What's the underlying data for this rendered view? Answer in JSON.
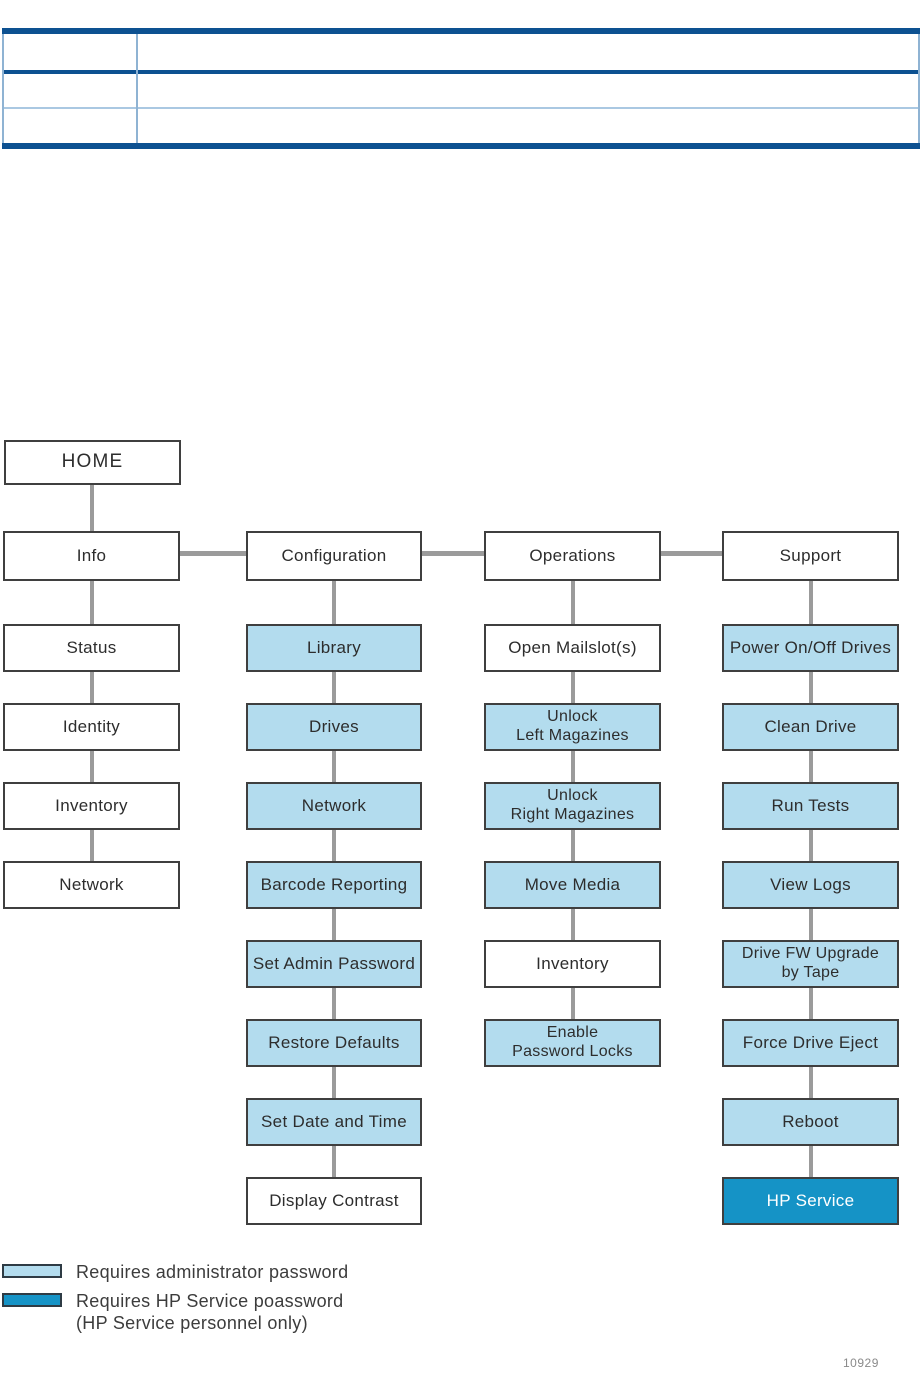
{
  "page": {
    "figure_number": "10929"
  },
  "table": {
    "rows": [
      [
        "",
        ""
      ],
      [
        "",
        ""
      ],
      [
        "",
        ""
      ]
    ]
  },
  "diagram": {
    "root": {
      "label": "HOME"
    },
    "columns": [
      {
        "header": {
          "label": "Info"
        },
        "children": [
          {
            "lines": [
              "Status"
            ],
            "variant": "none"
          },
          {
            "lines": [
              "Identity"
            ],
            "variant": "none"
          },
          {
            "lines": [
              "Inventory"
            ],
            "variant": "none"
          },
          {
            "lines": [
              "Network"
            ],
            "variant": "none"
          }
        ]
      },
      {
        "header": {
          "label": "Configuration"
        },
        "children": [
          {
            "lines": [
              "Library"
            ],
            "variant": "admin"
          },
          {
            "lines": [
              "Drives"
            ],
            "variant": "admin"
          },
          {
            "lines": [
              "Network"
            ],
            "variant": "admin"
          },
          {
            "lines": [
              "Barcode Reporting"
            ],
            "variant": "admin"
          },
          {
            "lines": [
              "Set Admin Password"
            ],
            "variant": "admin"
          },
          {
            "lines": [
              "Restore Defaults"
            ],
            "variant": "admin"
          },
          {
            "lines": [
              "Set Date and Time"
            ],
            "variant": "admin"
          },
          {
            "lines": [
              "Display Contrast"
            ],
            "variant": "none"
          }
        ]
      },
      {
        "header": {
          "label": "Operations"
        },
        "children": [
          {
            "lines": [
              "Open Mailslot(s)"
            ],
            "variant": "none"
          },
          {
            "lines": [
              "Unlock",
              "Left Magazines"
            ],
            "variant": "admin"
          },
          {
            "lines": [
              "Unlock",
              "Right Magazines"
            ],
            "variant": "admin"
          },
          {
            "lines": [
              "Move Media"
            ],
            "variant": "admin"
          },
          {
            "lines": [
              "Inventory"
            ],
            "variant": "none"
          },
          {
            "lines": [
              "Enable",
              "Password Locks"
            ],
            "variant": "admin"
          }
        ]
      },
      {
        "header": {
          "label": "Support"
        },
        "children": [
          {
            "lines": [
              "Power On/Off Drives"
            ],
            "variant": "admin"
          },
          {
            "lines": [
              "Clean Drive"
            ],
            "variant": "admin"
          },
          {
            "lines": [
              "Run Tests"
            ],
            "variant": "admin"
          },
          {
            "lines": [
              "View Logs"
            ],
            "variant": "admin"
          },
          {
            "lines": [
              "Drive FW Upgrade",
              "by Tape"
            ],
            "variant": "admin"
          },
          {
            "lines": [
              "Force Drive Eject"
            ],
            "variant": "admin"
          },
          {
            "lines": [
              "Reboot"
            ],
            "variant": "admin"
          },
          {
            "lines": [
              "HP Service"
            ],
            "variant": "service"
          }
        ]
      }
    ]
  },
  "legend": {
    "items": [
      {
        "swatch": "admin",
        "lines": [
          "Requires administrator password"
        ]
      },
      {
        "swatch": "service",
        "lines": [
          "Requires HP Service poassword",
          "(HP Service personnel only)"
        ]
      }
    ]
  },
  "colors": {
    "admin_fill": "#b3dcee",
    "service_fill": "#1593c6",
    "box_border": "#3f3f3f",
    "connector": "#9b9b9b",
    "table_navy": "#0d5191",
    "table_blue": "#8fb3d3",
    "table_light": "#aac8e2",
    "text": "#2d2d2d"
  }
}
